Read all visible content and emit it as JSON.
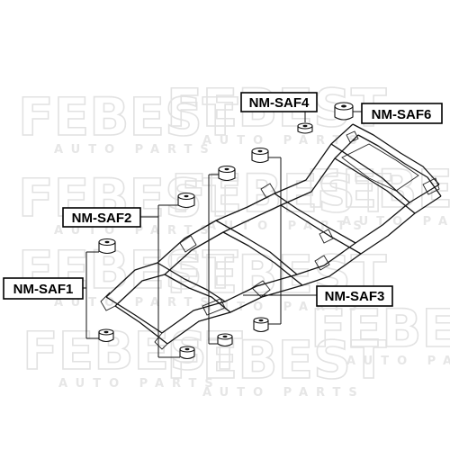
{
  "watermark": {
    "brand": "FEBEST",
    "tagline": "AUTO PARTS"
  },
  "labels": {
    "saf1": "NM-SAF1",
    "saf2": "NM-SAF2",
    "saf3": "NM-SAF3",
    "saf4": "NM-SAF4",
    "saf6": "NM-SAF6"
  }
}
